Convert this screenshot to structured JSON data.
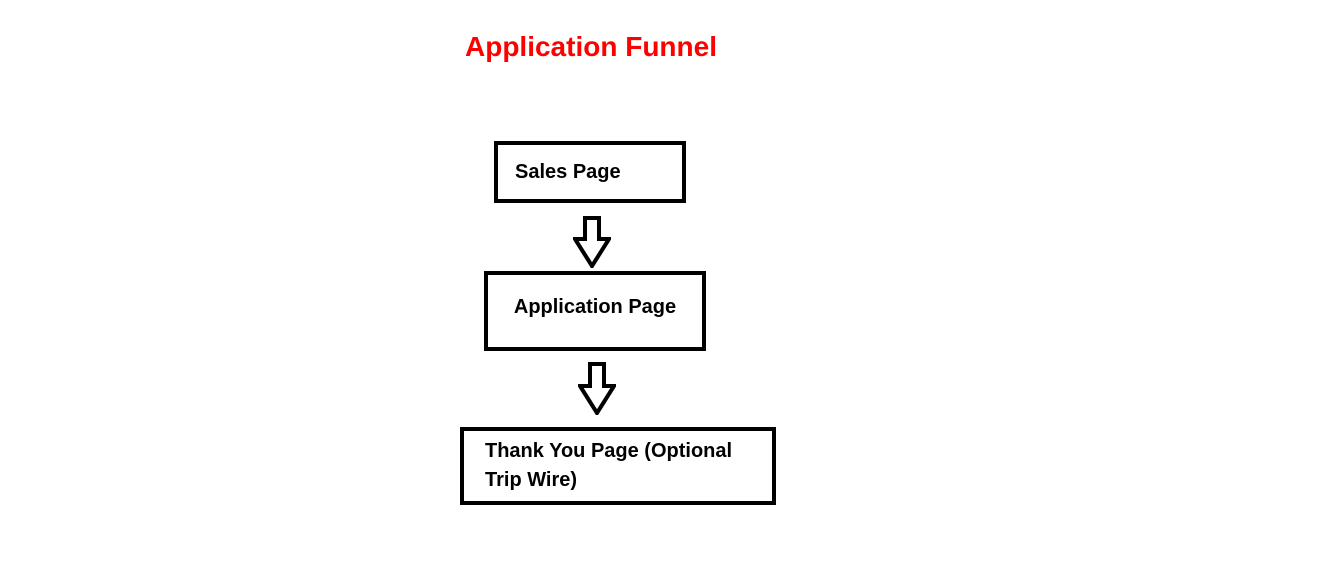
{
  "diagram": {
    "title": {
      "text": "Application Funnel",
      "color": "#FF0000"
    },
    "nodes": [
      {
        "id": "sales-page",
        "label": "Sales Page"
      },
      {
        "id": "application-page",
        "label": "Application Page"
      },
      {
        "id": "thank-you-page",
        "label": "Thank You Page (Optional Trip Wire)"
      }
    ],
    "connectors": [
      {
        "from": "sales-page",
        "to": "application-page",
        "icon": "down-arrow-icon"
      },
      {
        "from": "application-page",
        "to": "thank-you-page",
        "icon": "down-arrow-icon"
      }
    ],
    "colors": {
      "background": "#FFFFFF",
      "node_border": "#000000",
      "node_fill": "#FFFFFF",
      "node_text": "#000000",
      "title_text": "#FF0000",
      "arrow_outline": "#000000",
      "arrow_fill": "#FFFFFF"
    }
  }
}
